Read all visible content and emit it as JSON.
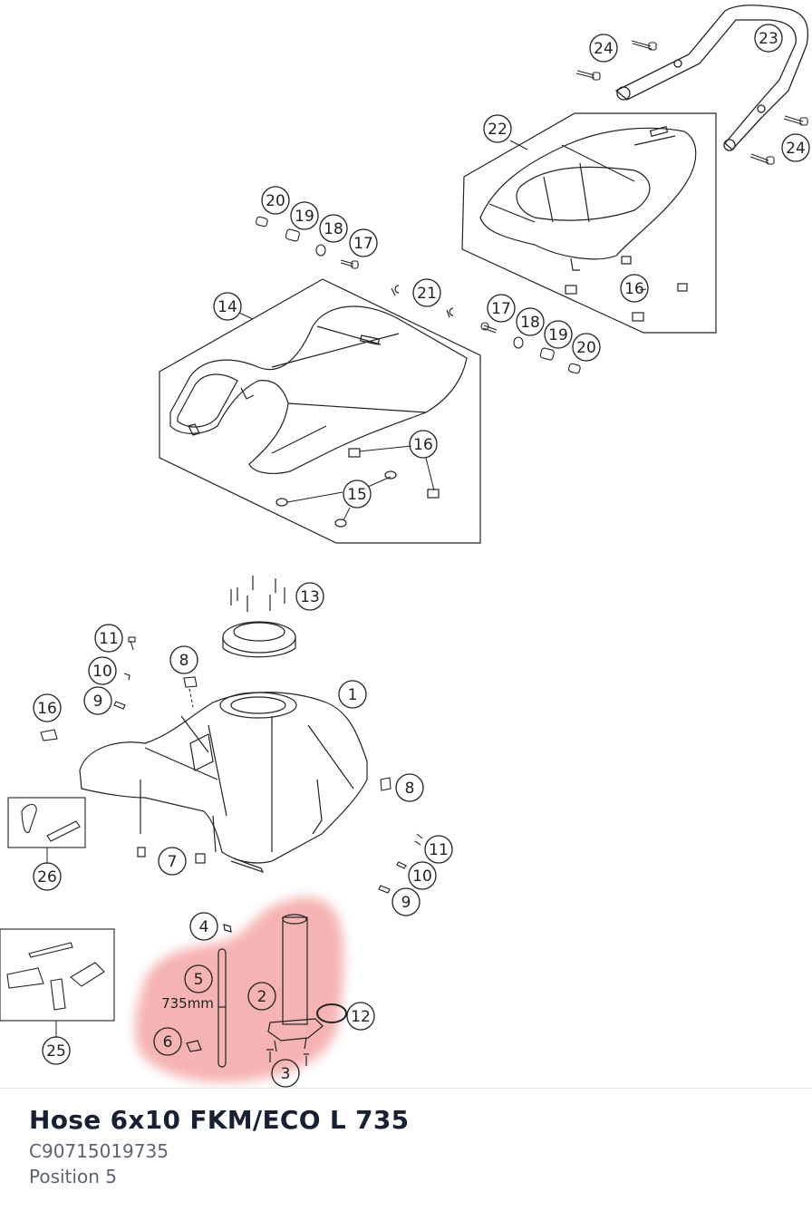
{
  "callouts": [
    {
      "n": "24"
    },
    {
      "n": "23"
    },
    {
      "n": "22"
    },
    {
      "n": "24"
    },
    {
      "n": "20"
    },
    {
      "n": "19"
    },
    {
      "n": "18"
    },
    {
      "n": "17"
    },
    {
      "n": "14"
    },
    {
      "n": "21"
    },
    {
      "n": "17"
    },
    {
      "n": "18"
    },
    {
      "n": "19"
    },
    {
      "n": "20"
    },
    {
      "n": "16"
    },
    {
      "n": "16"
    },
    {
      "n": "15"
    },
    {
      "n": "13"
    },
    {
      "n": "11"
    },
    {
      "n": "8"
    },
    {
      "n": "1"
    },
    {
      "n": "10"
    },
    {
      "n": "9"
    },
    {
      "n": "16"
    },
    {
      "n": "8"
    },
    {
      "n": "26"
    },
    {
      "n": "7"
    },
    {
      "n": "11"
    },
    {
      "n": "10"
    },
    {
      "n": "9"
    },
    {
      "n": "4"
    },
    {
      "n": "5"
    },
    {
      "n": "2"
    },
    {
      "n": "12"
    },
    {
      "n": "6"
    },
    {
      "n": "3"
    },
    {
      "n": "25"
    }
  ],
  "hose_length_label": "735mm",
  "highlight_color": "#f4a6a6",
  "part": {
    "name": "Hose 6x10 FKM/ECO L 735",
    "number": "C90715019735",
    "position": "Position 5"
  }
}
